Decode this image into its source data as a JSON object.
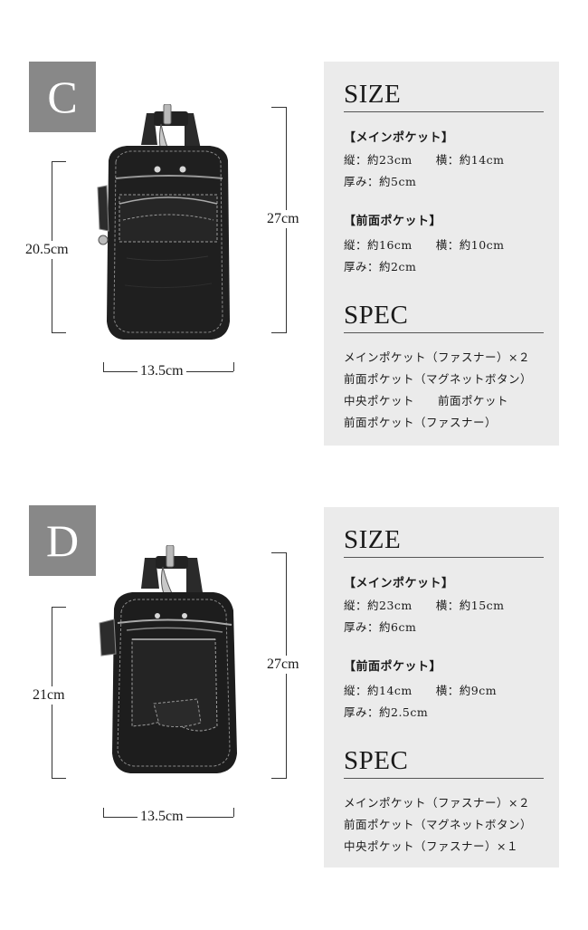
{
  "section_c": {
    "letter": "C",
    "height_label": "20.5cm",
    "total_height_label": "27cm",
    "width_label": "13.5cm",
    "size_heading": "SIZE",
    "main_pocket_title": "【メインポケット】",
    "main_pocket_dims": "縦：約23cm　　横：約14cm",
    "main_pocket_depth": "厚み：約5cm",
    "front_pocket_title": "【前面ポケット】",
    "front_pocket_dims": "縦：約16cm　　横：約10cm",
    "front_pocket_depth": "厚み：約2cm",
    "spec_heading": "SPEC",
    "spec_items": [
      "メインポケット（ファスナー）×２",
      "前面ポケット（マグネットボタン）",
      "中央ポケット　　前面ポケット",
      "前面ポケット（ファスナー）"
    ]
  },
  "section_d": {
    "letter": "D",
    "height_label": "21cm",
    "total_height_label": "27cm",
    "width_label": "13.5cm",
    "size_heading": "SIZE",
    "main_pocket_title": "【メインポケット】",
    "main_pocket_dims": "縦：約23cm　　横：約15cm",
    "main_pocket_depth": "厚み：約6cm",
    "front_pocket_title": "【前面ポケット】",
    "front_pocket_dims": "縦：約14cm　　横：約9cm",
    "front_pocket_depth": "厚み：約2.5cm",
    "spec_heading": "SPEC",
    "spec_items": [
      "メインポケット（ファスナー）×２",
      "前面ポケット（マグネットボタン）",
      "中央ポケット（ファスナー）×１"
    ]
  }
}
